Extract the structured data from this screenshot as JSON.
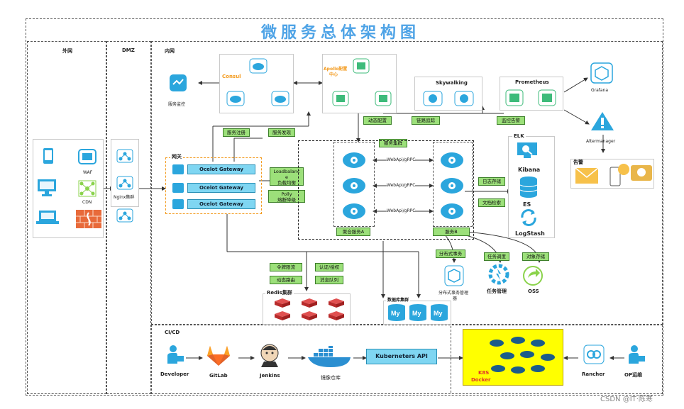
{
  "title": "微服务总体架构图",
  "zones": {
    "external": "外网",
    "dmz": "DMZ",
    "internal": "内网",
    "cicd": "CI/CD"
  },
  "external": {
    "waf": "WAF",
    "cdn": "CDN"
  },
  "dmz": {
    "nginx": "Nginx集群"
  },
  "monitor": {
    "service_monitor": "服务监控"
  },
  "consul": {
    "title": "Consul"
  },
  "apollo": {
    "title_line1": "Apollo配置",
    "title_line2": "中心"
  },
  "skywalking": {
    "title": "Skywalking"
  },
  "prometheus": {
    "title": "Prometheus"
  },
  "grafana": {
    "title": "Grafana"
  },
  "alertmanager": {
    "title": "Altermanager"
  },
  "alert": {
    "title": "告警"
  },
  "tags": {
    "dynamic_config": "动态配置",
    "trace": "链路追踪",
    "monitor_alert": "监控告警",
    "service_register": "服务注册",
    "service_discovery": "服务发现",
    "service_cluster": "服务集群",
    "loadbalance_1": "Loadbalanc",
    "loadbalance_2": "e",
    "loadbalance_3": "负载均衡",
    "polly_1": "Polly",
    "polly_2": "熔断降级",
    "log_store": "日志存储",
    "text_search": "文档检索",
    "agg_a": "聚合服务A",
    "agg_b": "服务B",
    "distributed_tx": "分布式事务",
    "task_schedule": "任务调度",
    "object_store": "对象存储",
    "rate_limit": "令牌限流",
    "dynamic_route": "动态路由",
    "auth": "认证/授权",
    "mq": "消息队列"
  },
  "gateway": {
    "title": "网关",
    "items": [
      "Ocelot Gateway",
      "Ocelot Gateway",
      "Ocelot Gateway"
    ]
  },
  "services": {
    "link": "WebApi/gRPC"
  },
  "elk": {
    "title": "ELK",
    "kibana": "Kibana",
    "es": "ES",
    "logstash": "LogStash"
  },
  "bottom": {
    "tx_manager_1": "分布式事务管理",
    "tx_manager_2": "器",
    "task_manager": "任务管理",
    "oss": "OSS",
    "redis": "Redis集群",
    "db": "数据库集群"
  },
  "cicd": {
    "developer": "Developer",
    "gitlab": "GitLab",
    "jenkins": "Jenkins",
    "registry": "镜像仓库",
    "k8s_api": "Kuberneters API",
    "k8s_1": "K8S",
    "k8s_2": "Docker",
    "rancher": "Rancher",
    "ops": "OP运维"
  },
  "watermark": "CSDN @IT·陈寒",
  "colors": {
    "title": "#4ea3e6",
    "tag_fill": "#9ce07a",
    "gateway_fill": "#7fd6f2",
    "k8s_fill": "#ffff00",
    "redis": "#c83232",
    "icon_blue": "#2ba6dd"
  }
}
